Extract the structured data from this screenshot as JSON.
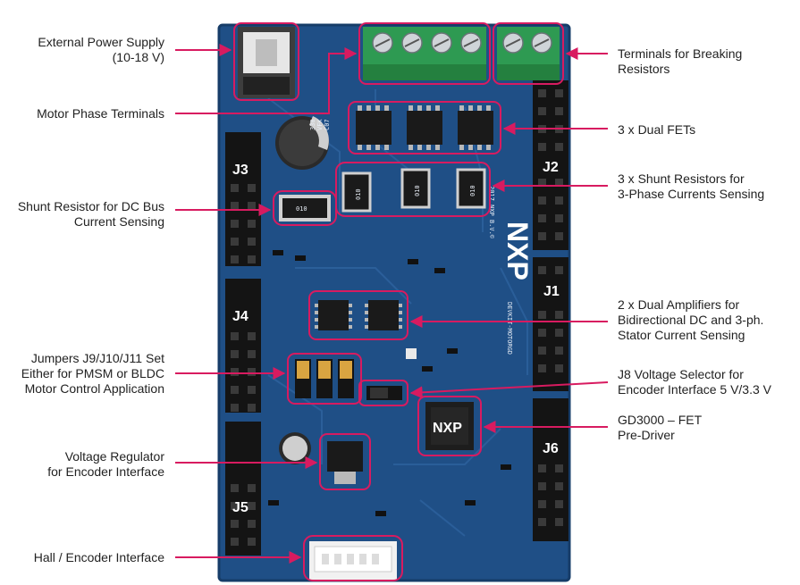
{
  "colors": {
    "pcb": "#1f4f86",
    "pcb_dark": "#163c68",
    "header": "#141414",
    "terminal": "#2e9a52",
    "highlight": "#d81b60",
    "leader": "#d81b60"
  },
  "board": {
    "connectors": {
      "j3": "J3",
      "j4": "J4",
      "j5": "J5",
      "j2": "J2",
      "j1": "J1",
      "j6": "J6"
    },
    "logo": "NXP",
    "predriver_logo": "NXP",
    "vertical_text": "DEVKIT-MOTORGD",
    "year_text": "2017 NXP B.V.©",
    "cap_text": [
      "330",
      "VFK",
      "C07"
    ],
    "shunt_dc": "010",
    "shunt_a": "010",
    "shunt_b": "010",
    "shunt_c": "010"
  },
  "annotations": {
    "power_supply": [
      "External Power Supply",
      "(10-18 V)"
    ],
    "motor_phase": [
      "Motor Phase Terminals"
    ],
    "shunt_dc_bus": [
      "Shunt Resistor for DC Bus",
      "Current Sensing"
    ],
    "jumpers": [
      "Jumpers J9/J10/J11 Set",
      "Either for PMSM or BLDC",
      "Motor Control Application"
    ],
    "voltage_regulator": [
      "Voltage Regulator",
      "for Encoder Interface"
    ],
    "hall_encoder": [
      "Hall / Encoder Interface"
    ],
    "breaking_resistors": [
      "Terminals for Breaking",
      "Resistors"
    ],
    "dual_fets": [
      "3 x Dual FETs"
    ],
    "shunt_3ph": [
      "3 x Shunt Resistors for",
      "3-Phase Currents Sensing"
    ],
    "amplifiers": [
      "2 x Dual Amplifiers for",
      "Bidirectional DC and 3-ph.",
      "Stator Current Sensing"
    ],
    "j8_selector": [
      "J8 Voltage Selector for",
      "Encoder Interface 5 V/3.3 V"
    ],
    "gd3000": [
      "GD3000 – FET",
      "Pre-Driver"
    ]
  }
}
